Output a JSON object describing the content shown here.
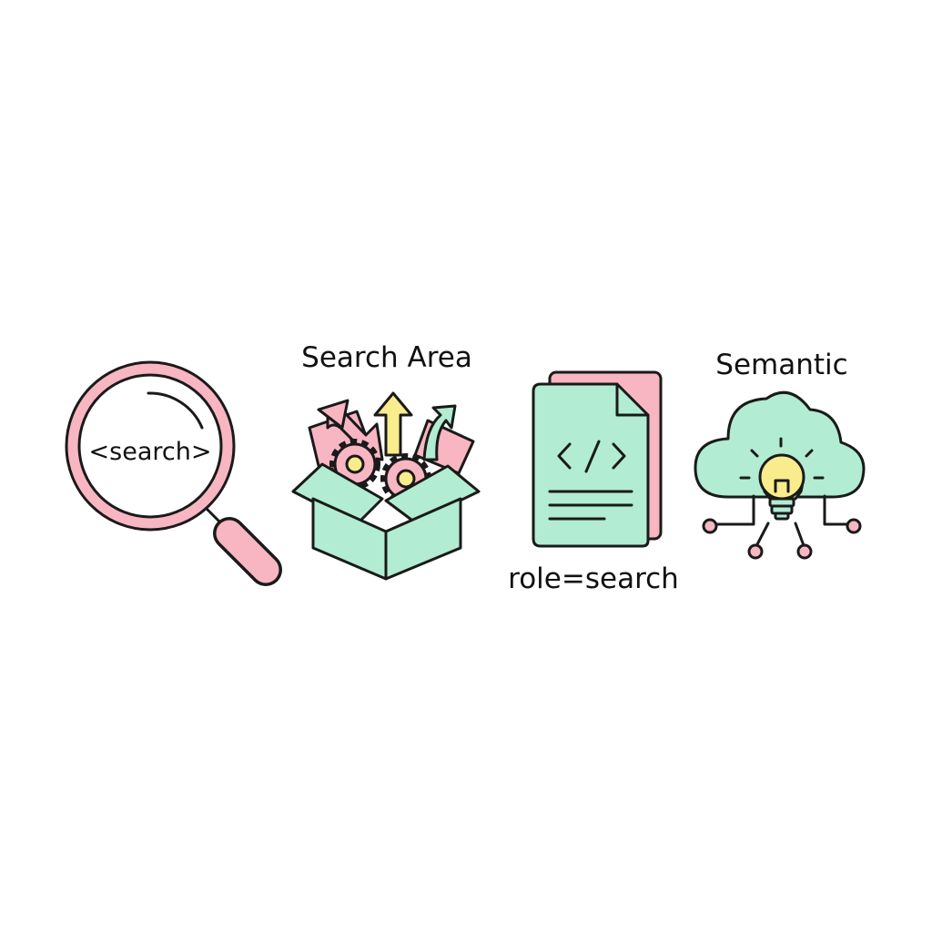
{
  "colors": {
    "background": "#ffffff",
    "outline": "#1a1a1a",
    "pink": "#f7b6c2",
    "mint": "#b2ecd2",
    "yellow": "#f8ec8c"
  },
  "icons": [
    {
      "name": "magnifier-icon",
      "label": "<search>"
    },
    {
      "name": "open-box-icon",
      "label": "Search Area"
    },
    {
      "name": "code-document-icon",
      "label": "role=search"
    },
    {
      "name": "cloud-lightbulb-icon",
      "label": "Semantic"
    }
  ]
}
